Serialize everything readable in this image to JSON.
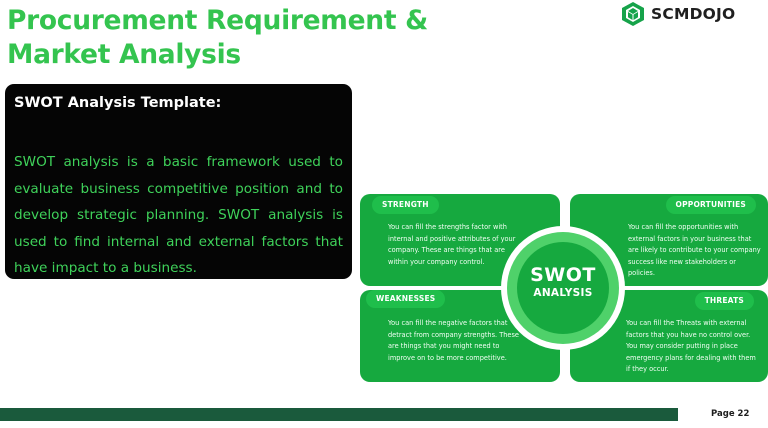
{
  "page": {
    "title_line1": "Procurement Requirement &",
    "title_line2": "Market Analysis",
    "page_number": "Page 22"
  },
  "logo": {
    "text": "SCMDOJO",
    "icon": "hexagon-cube-icon",
    "color": "#16a34a"
  },
  "swot_box": {
    "title": "SWOT Analysis Template:",
    "text": "SWOT analysis is a basic framework used to evaluate business competitive position and to develop strategic planning. SWOT analysis is used to find internal and external factors that have impact to a business."
  },
  "swot": {
    "center_big": "SWOT",
    "center_small": "ANALYSIS",
    "strength": {
      "label": "STRENGTH",
      "text": "You can fill the strengths factor with internal and positive attributes of your company. These are things that are within your company control."
    },
    "opportunities": {
      "label": "OPPORTUNITIES",
      "text": "You can fill the opportunities with external factors in your business that are likely to contribute to your company success like new stakeholders or policies."
    },
    "weaknesses": {
      "label": "WEAKNESSES",
      "text": "You can fill the negative factors that detract from company strengths. These are things that you might need to improve on to be more competitive."
    },
    "threats": {
      "label": "THREATS",
      "text": "You can fill the Threats with external factors that you have no control over. You may  consider putting in place emergency plans for dealing with them if they occur."
    }
  },
  "colors": {
    "title_green": "#34c44f",
    "quadrant_green": "#16a93f",
    "footer_bar": "#1a5a3c"
  }
}
